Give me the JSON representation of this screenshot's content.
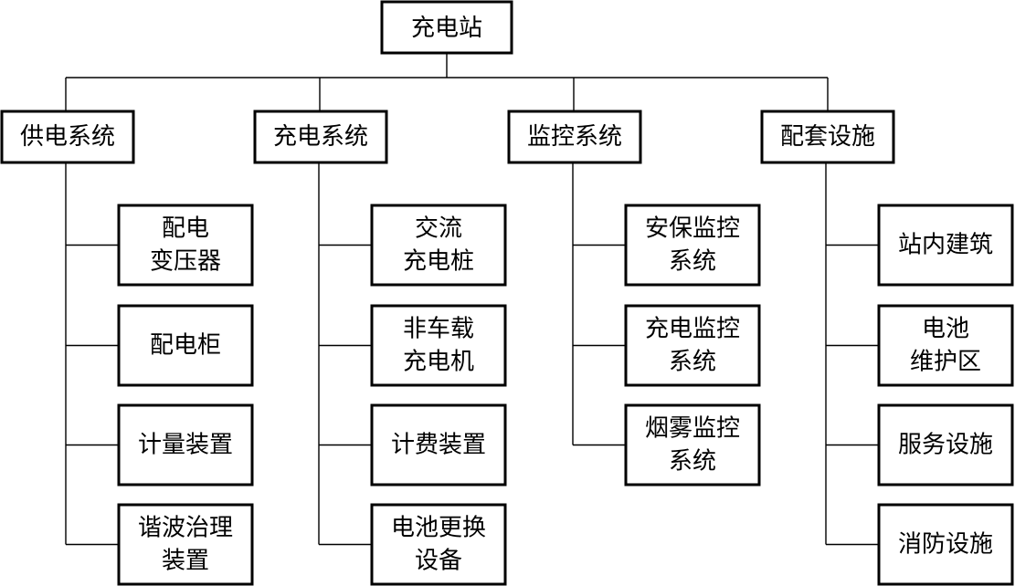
{
  "root": {
    "label": "充电站"
  },
  "branches": [
    {
      "label": "供电系统",
      "children": [
        {
          "lines": [
            "配电",
            "变压器"
          ]
        },
        {
          "lines": [
            "配电柜"
          ]
        },
        {
          "lines": [
            "计量装置"
          ]
        },
        {
          "lines": [
            "谐波治理",
            "装置"
          ]
        }
      ]
    },
    {
      "label": "充电系统",
      "children": [
        {
          "lines": [
            "交流",
            "充电桩"
          ]
        },
        {
          "lines": [
            "非车载",
            "充电机"
          ]
        },
        {
          "lines": [
            "计费装置"
          ]
        },
        {
          "lines": [
            "电池更换",
            "设备"
          ]
        }
      ]
    },
    {
      "label": "监控系统",
      "children": [
        {
          "lines": [
            "安保监控",
            "系统"
          ]
        },
        {
          "lines": [
            "充电监控",
            "系统"
          ]
        },
        {
          "lines": [
            "烟雾监控",
            "系统"
          ]
        }
      ]
    },
    {
      "label": "配套设施",
      "children": [
        {
          "lines": [
            "站内建筑"
          ]
        },
        {
          "lines": [
            "电池",
            "维护区"
          ]
        },
        {
          "lines": [
            "服务设施"
          ]
        },
        {
          "lines": [
            "消防设施"
          ]
        }
      ]
    }
  ]
}
